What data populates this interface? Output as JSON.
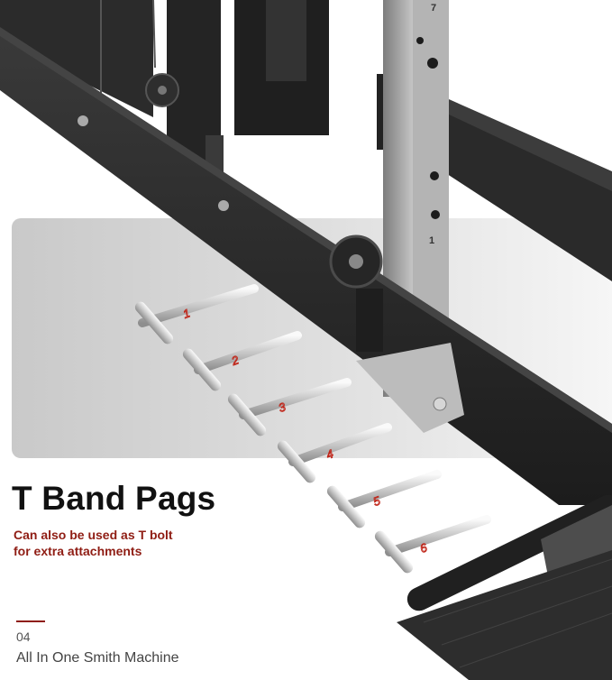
{
  "headline": "T Band Pags",
  "subtitle_line1": "Can also be used as T bolt",
  "subtitle_line2": "for extra attachments",
  "page_number": "04",
  "footer_title": "All In One Smith Machine",
  "peg_labels": [
    "1",
    "2",
    "3",
    "4",
    "5",
    "6"
  ],
  "upright_hole_labels": [
    "7",
    "1"
  ],
  "colors": {
    "accent": "#8f1d14",
    "peg_number": "#c0261a",
    "frame": "#262626",
    "upright": "#9d9d9d"
  }
}
